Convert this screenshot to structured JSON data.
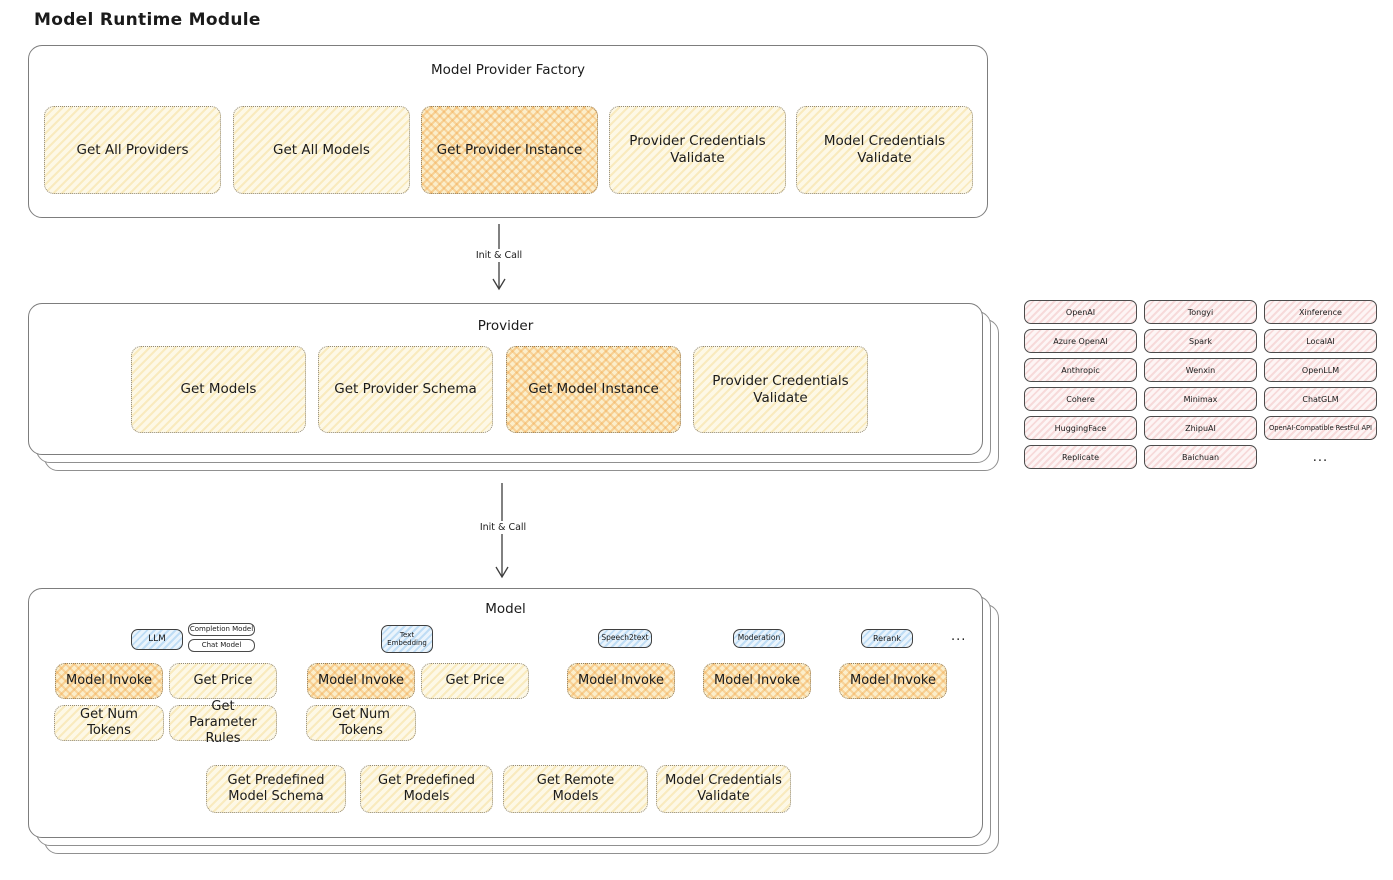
{
  "title": "Model Runtime Module",
  "colors": {
    "cream_fill": "#fdf8e6",
    "cream_hatch": "#f3d682",
    "orange_fill": "#fbeecb",
    "orange_hatch": "#f2aa50",
    "pink_fill": "#fdf5f5",
    "pink_hatch": "#f0baba",
    "blue_fill": "#eaf4fc",
    "blue_hatch": "#94c6ee",
    "panel_border": "#7d7d7d",
    "text": "#1b1b1b"
  },
  "factory": {
    "title": "Model Provider Factory",
    "boxes": [
      {
        "label": "Get All Providers"
      },
      {
        "label": "Get All Models"
      },
      {
        "label": "Get Provider Instance"
      },
      {
        "label": "Provider Credentials Validate"
      },
      {
        "label": "Model Credentials Validate"
      }
    ]
  },
  "arrow1": {
    "label": "Init & Call"
  },
  "arrow2": {
    "label": "Init & Call"
  },
  "provider": {
    "title": "Provider",
    "boxes": [
      {
        "label": "Get Models"
      },
      {
        "label": "Get Provider Schema"
      },
      {
        "label": "Get Model Instance"
      },
      {
        "label": "Provider Credentials Validate"
      }
    ]
  },
  "providers_grid": {
    "items": [
      "OpenAI",
      "Tongyi",
      "Xinference",
      "Azure OpenAI",
      "Spark",
      "LocalAI",
      "Anthropic",
      "Wenxin",
      "OpenLLM",
      "Cohere",
      "Minimax",
      "ChatGLM",
      "HuggingFace",
      "ZhipuAI",
      "OpenAI-Compatible RestFul API",
      "Replicate",
      "Baichuan"
    ],
    "more": "..."
  },
  "model": {
    "title": "Model",
    "badges": {
      "llm": "LLM",
      "completion_model": "Completion Model",
      "chat_model": "Chat Model",
      "text_embedding": "Text Embedding",
      "speech2text": "Speech2text",
      "moderation": "Moderation",
      "rerank": "Rerank",
      "more": "..."
    },
    "ops": {
      "llm_model_invoke": "Model Invoke",
      "llm_get_price": "Get Price",
      "llm_get_num_tokens": "Get Num Tokens",
      "llm_get_parameter_rules": "Get Parameter Rules",
      "te_model_invoke": "Model Invoke",
      "te_get_price": "Get Price",
      "te_get_num_tokens": "Get Num Tokens",
      "s2t_model_invoke": "Model Invoke",
      "mod_model_invoke": "Model Invoke",
      "rerank_model_invoke": "Model Invoke"
    },
    "common": [
      "Get Predefined Model Schema",
      "Get Predefined Models",
      "Get Remote Models",
      "Model Credentials Validate"
    ]
  }
}
